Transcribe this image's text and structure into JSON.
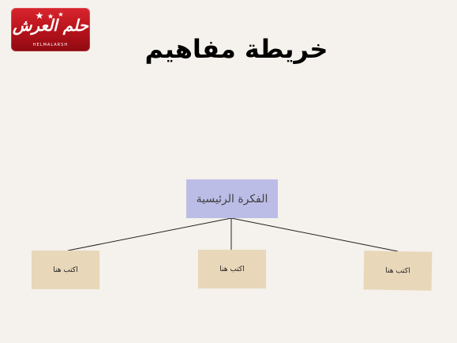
{
  "logo": {
    "brand_text": "حلم العرش",
    "subtitle": "HELMALARSH",
    "color": "#c8171f"
  },
  "title": "خريطة مفاهيم",
  "diagram": {
    "main_idea": {
      "label": "الفكرة الرئيسية",
      "fill": "#bcbde6"
    },
    "nodes": [
      {
        "label": "اكتب هنا"
      },
      {
        "label": "اكتب هنا"
      },
      {
        "label": "اكتب هنا"
      }
    ],
    "node_fill": "#e8d7b9",
    "line_color": "#222222"
  }
}
